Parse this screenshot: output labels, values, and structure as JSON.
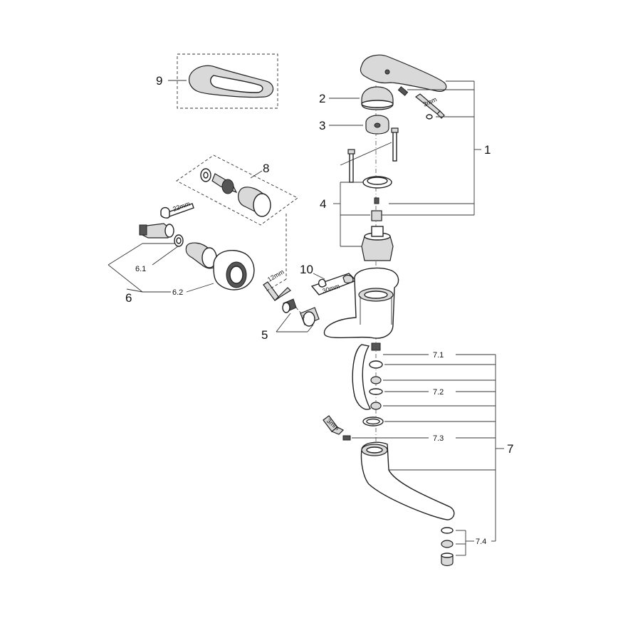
{
  "callouts": {
    "c1": "1",
    "c2": "2",
    "c3": "3",
    "c4": "4",
    "c5": "5",
    "c6": "6",
    "c6_1": "6.1",
    "c6_2": "6.2",
    "c7": "7",
    "c7_1": "7.1",
    "c7_2": "7.2",
    "c7_3": "7.3",
    "c7_4": "7.4",
    "c8": "8",
    "c9": "9",
    "c10": "10"
  },
  "tool_sizes": {
    "hex_key_top": "3mm",
    "spanner_22": "22mm",
    "hex_key_12": "12mm",
    "spanner_30": "30mm",
    "hex_key_spout": "3mm"
  }
}
